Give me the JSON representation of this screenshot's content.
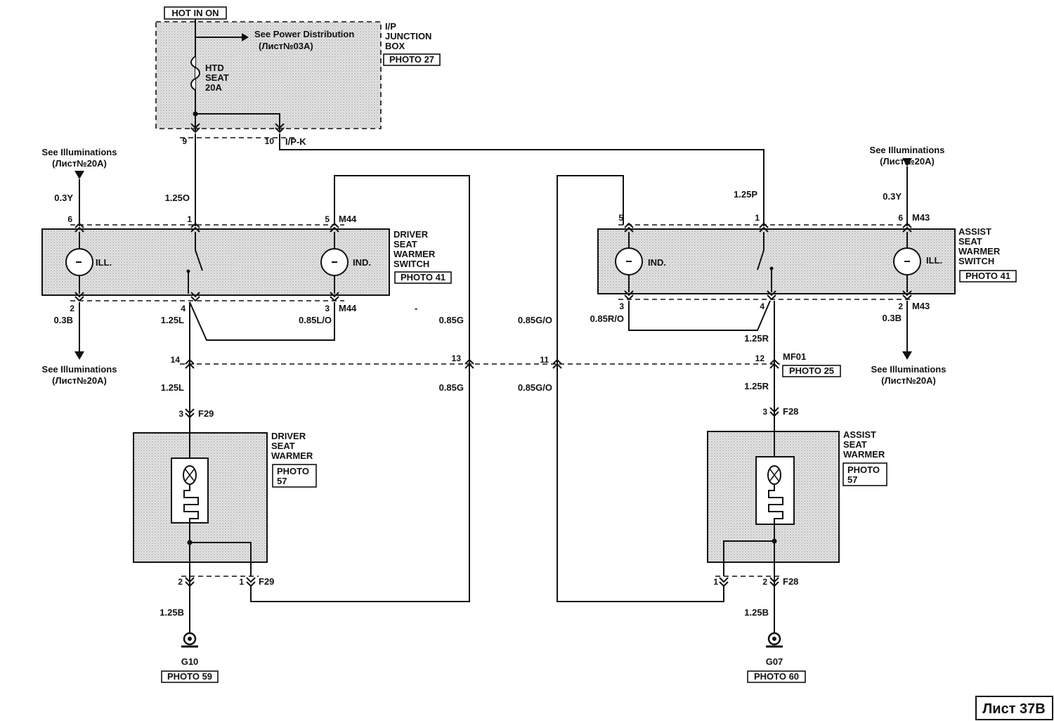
{
  "labels": {
    "hot_in_on": "HOT IN ON",
    "see_power_distribution": "See Power Distribution",
    "list_03a": "(Лист№03А)",
    "junction_box": [
      "I/P",
      "JUNCTION",
      "BOX"
    ],
    "photo_27": "PHOTO 27",
    "fuse": [
      "HTD",
      "SEAT",
      "20A"
    ],
    "see_illuminations": "See Illuminations",
    "list_20a": "(Лист№20А)",
    "ip_k": "I/P-K",
    "driver_switch": [
      "DRIVER",
      "SEAT",
      "WARMER",
      "SWITCH"
    ],
    "assist_switch": [
      "ASSIST",
      "SEAT",
      "WARMER",
      "SWITCH"
    ],
    "photo_41": "PHOTO 41",
    "ill": "ILL.",
    "ind": "IND.",
    "driver_warmer": [
      "DRIVER",
      "SEAT",
      "WARMER"
    ],
    "assist_warmer": [
      "ASSIST",
      "SEAT",
      "WARMER"
    ],
    "photo_57": [
      "PHOTO",
      "57"
    ],
    "mf01": "MF01",
    "photo_25": "PHOTO 25",
    "g10": "G10",
    "g07": "G07",
    "photo_59": "PHOTO 59",
    "photo_60": "PHOTO 60",
    "sheet": "Лист 37B",
    "dash_mark": "-"
  },
  "wires": {
    "w125o": "1.25O",
    "w125p": "1.25P",
    "w03y": "0.3Y",
    "w03b": "0.3B",
    "w125l": "1.25L",
    "w085lo": "0.85L/O",
    "w085g": "0.85G",
    "w085go": "0.85G/O",
    "w085ro": "0.85R/O",
    "w125r": "1.25R",
    "w125b": "1.25B"
  },
  "connectors": {
    "m44": "M44",
    "m43": "M43",
    "f29": "F29",
    "f28": "F28"
  },
  "pins": {
    "p1": "1",
    "p2": "2",
    "p3": "3",
    "p4": "4",
    "p5": "5",
    "p6": "6",
    "p9": "9",
    "p10": "10",
    "p11": "11",
    "p12": "12",
    "p13": "13",
    "p14": "14"
  }
}
